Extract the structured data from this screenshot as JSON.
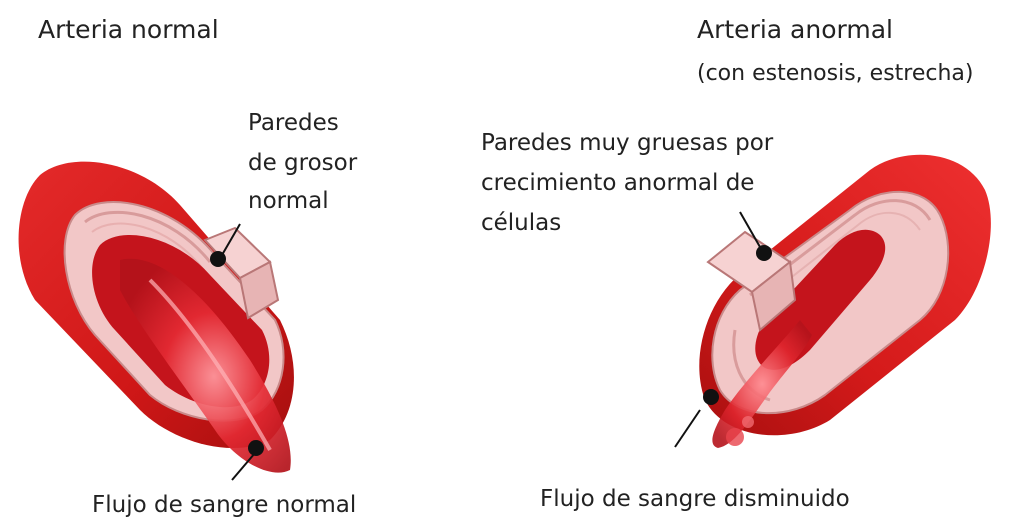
{
  "normal_artery": {
    "title": "Arteria normal",
    "wall_label": [
      "Paredes",
      "de grosor",
      "normal"
    ],
    "flow_label": "Flujo de sangre normal"
  },
  "abnormal_artery": {
    "title": "Arteria anormal",
    "subtitle": "(con estenosis, estrecha)",
    "wall_label": [
      "Paredes muy gruesas por",
      "crecimiento anormal de",
      "células"
    ],
    "flow_label": "Flujo de sangre disminuido"
  },
  "colors": {
    "artery_red": "#d81e1e",
    "artery_dark": "#9c1010",
    "wall_pink": "#f2c7c7",
    "blood": "#e0202a",
    "marker": "#111111"
  }
}
